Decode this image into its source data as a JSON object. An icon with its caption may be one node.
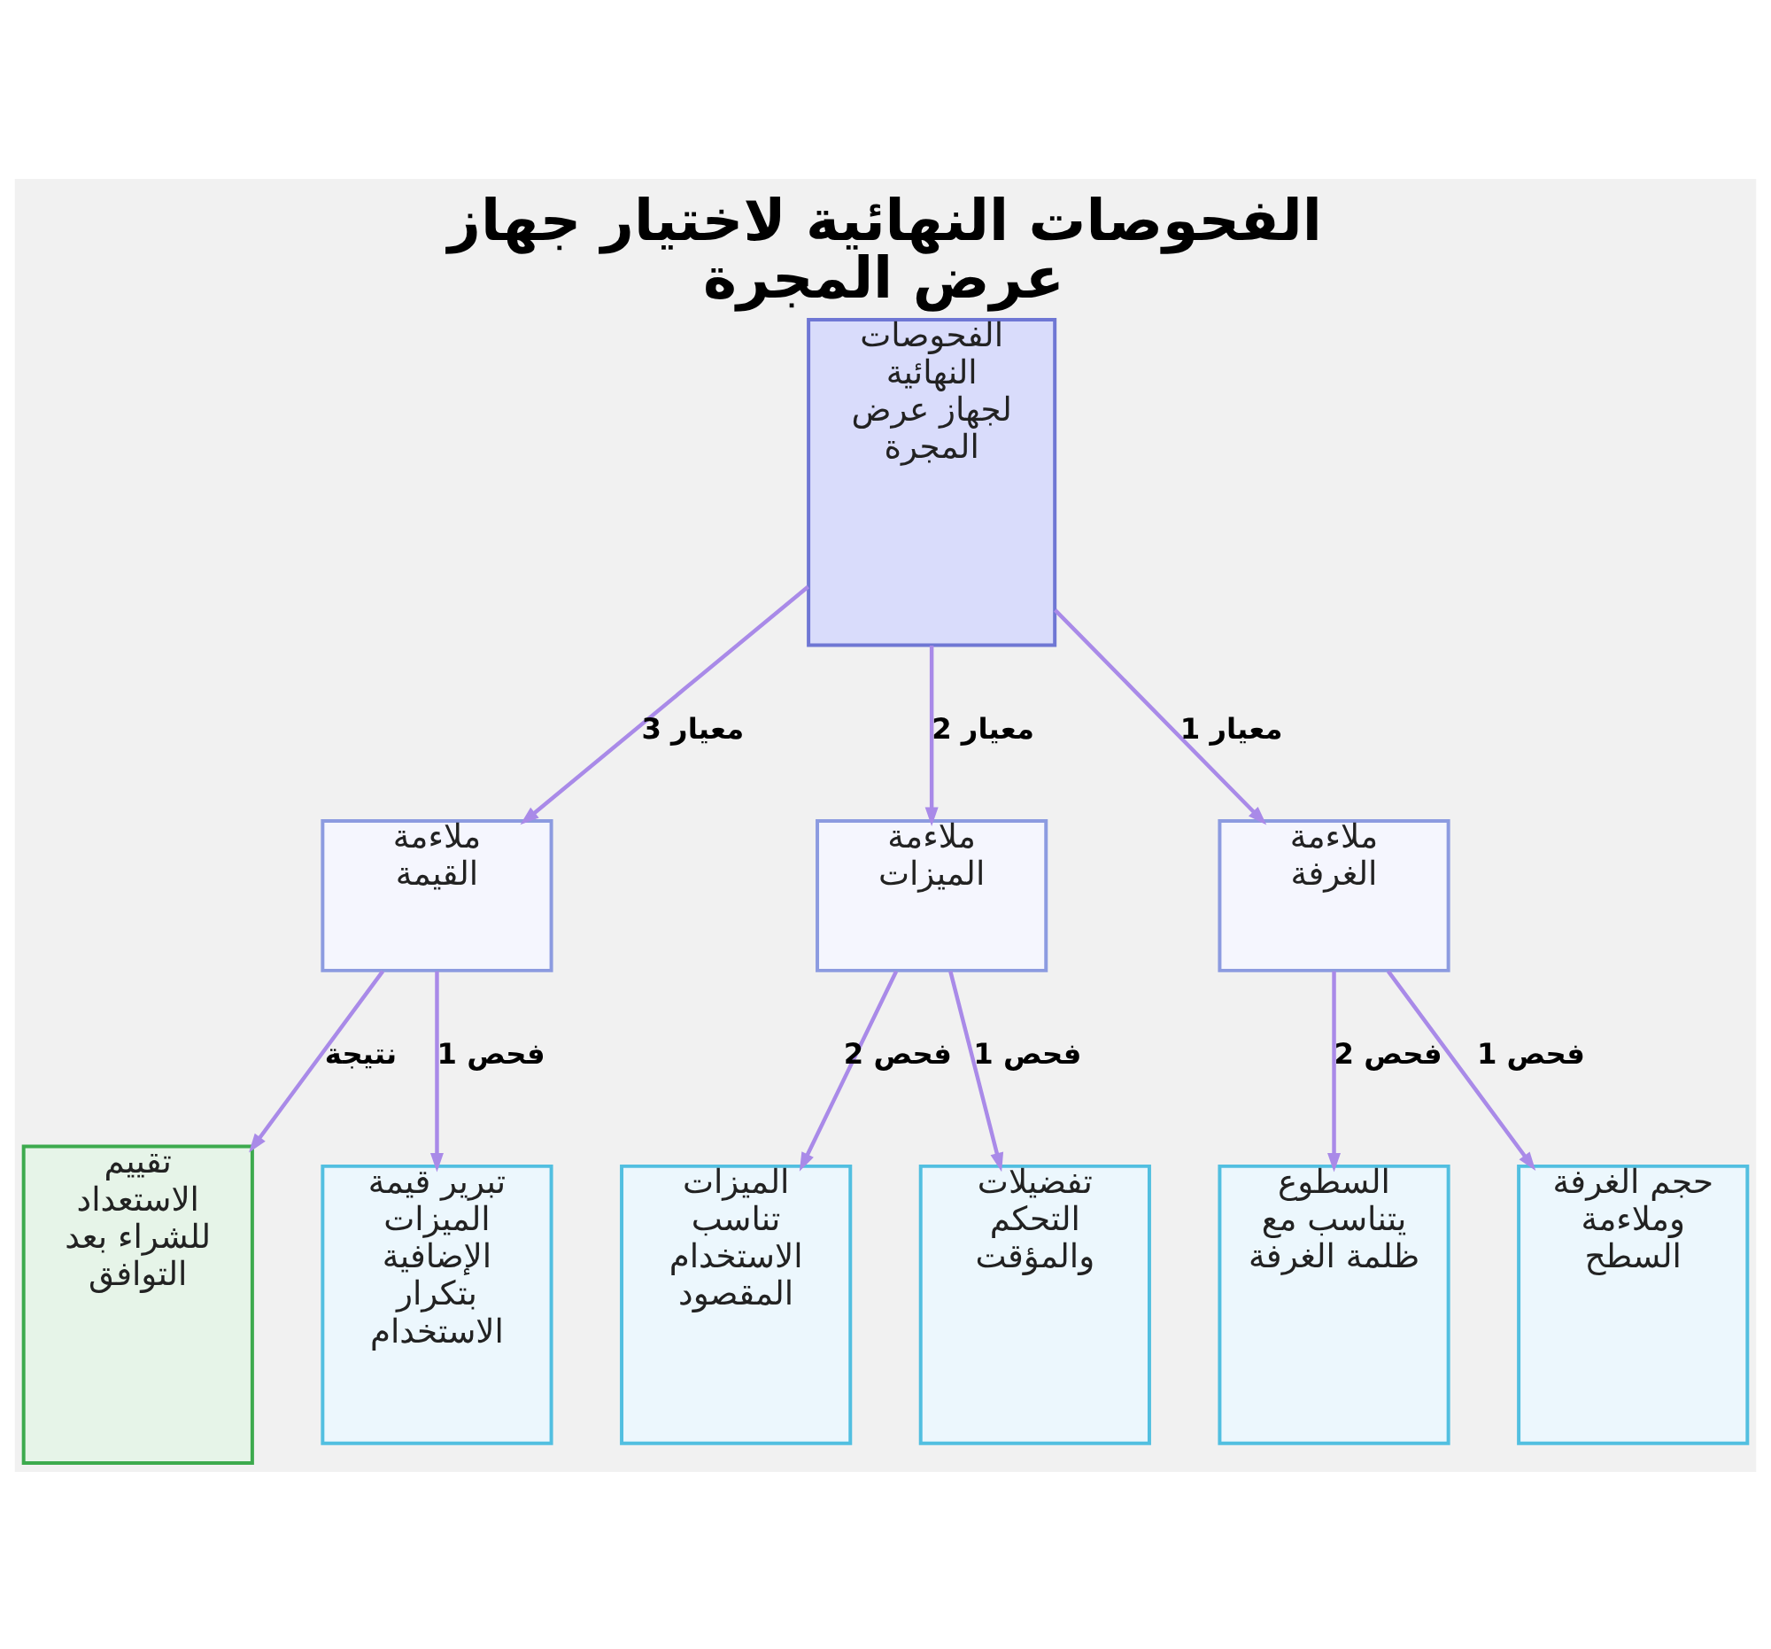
{
  "diagram": {
    "title": "الفحوصات النهائية لاختيار جهاز عرض المجرة",
    "nodes": [
      {
        "text": [
          "الفحوصات النهائية لجهاز عرض المجرة"
        ]
      },
      {
        "text": [
          "ملاءمة الغرفة"
        ]
      },
      {
        "text": [
          "ملاءمة الميزات"
        ]
      },
      {
        "text": [
          "ملاءمة القيمة"
        ]
      },
      {
        "text": [
          "حجم الغرفة وملاءمة السطح"
        ]
      },
      {
        "text": [
          "السطوع يتناسب مع ظلمة الغرفة"
        ]
      },
      {
        "text": [
          "تفضيلات التحكم والمؤقت"
        ]
      },
      {
        "text": [
          "الميزات تناسب الاستخدام المقصود"
        ]
      },
      {
        "text": [
          "تبرير قيمة الميزات الإضافية بتكرار الاستخدام"
        ]
      },
      {
        "text": [
          "تقييم الاستعداد للشراء بعد التوافق"
        ]
      }
    ],
    "edges": [
      {
        "from": 0,
        "to": 1,
        "arrow": "to",
        "label": "معيار 1"
      },
      {
        "from": 0,
        "to": 2,
        "arrow": "to",
        "label": "معيار 2"
      },
      {
        "from": 0,
        "to": 3,
        "arrow": "to",
        "label": "معيار 3"
      },
      {
        "from": 1,
        "to": 4,
        "arrow": "to",
        "label": "فحص 1"
      },
      {
        "from": 1,
        "to": 5,
        "arrow": "to",
        "label": "فحص 2"
      },
      {
        "from": 2,
        "to": 6,
        "arrow": "to",
        "label": "فحص 1"
      },
      {
        "from": 2,
        "to": 7,
        "arrow": "to",
        "label": "فحص 2"
      },
      {
        "from": 3,
        "to": 8,
        "arrow": "to",
        "label": "فحص 1"
      },
      {
        "from": 3,
        "to": 9,
        "arrow": "to",
        "label": "نتيجة"
      }
    ]
  }
}
